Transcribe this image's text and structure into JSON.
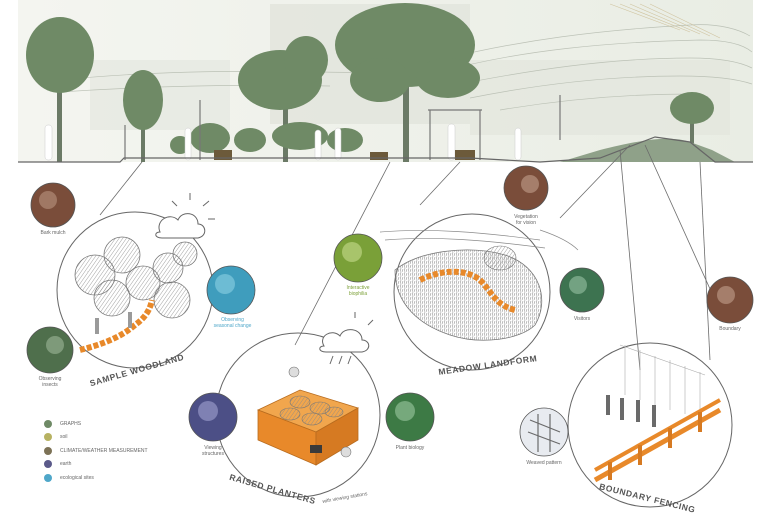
{
  "captions": {
    "bark": "Bark mulch",
    "plant_canopy": "Observing\nseasonal change",
    "observing_insects": "Observing\ninsects",
    "interactive_biophilia": "Interactive\nbiophilia",
    "vegetation": "Vegetation\nfor vision",
    "visitor_caption": "Visitors",
    "viewing_structures": "Viewing\nstructures",
    "planting": "Plant biology",
    "boundary_fence": "Boundary",
    "weave_pattern": "Weaved pattern"
  },
  "areas": {
    "woodland": "SAMPLE WOODLAND",
    "planters": "RAISED PLANTERS",
    "planters_sub": "with viewing stations",
    "meadow": "MEADOW LANDFORM",
    "fencing": "BOUNDARY FENCING"
  },
  "legend": [
    {
      "label": "GRAPHS",
      "color": "#6f8a66"
    },
    {
      "label": "soil",
      "color": "#b7b262"
    },
    {
      "label": "CLIMATE/WEATHER MEASUREMENT",
      "color": "#7c7256"
    },
    {
      "label": "earth",
      "color": "#5b5a8a"
    },
    {
      "label": "ecological sites",
      "color": "#4fa7c9"
    }
  ],
  "colors": {
    "accent": "#e8892a",
    "tree": "#6f8a66",
    "line": "#555555"
  }
}
